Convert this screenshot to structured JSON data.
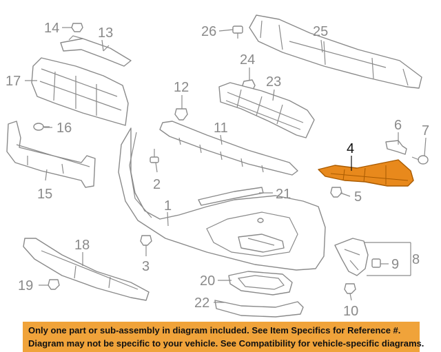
{
  "callouts": {
    "c1": "1",
    "c2": "2",
    "c3": "3",
    "c4": "4",
    "c5": "5",
    "c6": "6",
    "c7": "7",
    "c8": "8",
    "c9": "9",
    "c10": "10",
    "c11": "11",
    "c12": "12",
    "c13": "13",
    "c14": "14",
    "c15": "15",
    "c16": "16",
    "c17": "17",
    "c18": "18",
    "c19": "19",
    "c20": "20",
    "c21": "21",
    "c22": "22",
    "c23": "23",
    "c24": "24",
    "c25": "25",
    "c26": "26"
  },
  "highlight": {
    "part": "4",
    "color": "#e8891c",
    "outline": "#a85a00"
  },
  "banner": {
    "line1": "Only one part or sub-assembly in diagram included. See Item Specifics for Reference #.",
    "line2": "Diagram may not be specific to your vehicle. See Compatibility for vehicle-specific diagrams.",
    "background": "#f0a33a"
  }
}
